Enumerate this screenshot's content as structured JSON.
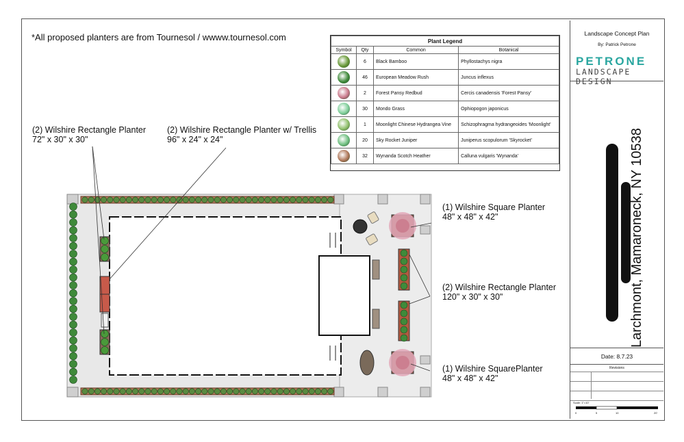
{
  "note": "*All proposed planters are from Tournesol / wwww.tournesol.com",
  "callouts": {
    "rect_72": {
      "line1": "(2) Wilshire Rectangle Planter",
      "line2": "72\" x 30\" x 30\""
    },
    "trellis": {
      "line1": "(2) Wilshire Rectangle Planter w/ Trellis",
      "line2": "96\" x 24\" x 24\""
    },
    "square_top": {
      "line1": "(1) Wilshire Square Planter",
      "line2": "48\" x 48\" x 42\""
    },
    "rect_120": {
      "line1": "(2) Wilshire Rectangle Planter",
      "line2": "120\" x 30\" x 30\""
    },
    "square_bottom": {
      "line1": "(1) Wilshire SquarePlanter",
      "line2": "48\" x 48\" x 42\""
    }
  },
  "legend": {
    "title": "Plant Legend",
    "headers": [
      "Symbol",
      "Qty",
      "Common",
      "Botanical"
    ],
    "rows": [
      {
        "symbol": "black-bamboo-symbol",
        "color": "#6a9a3a",
        "qty": "6",
        "common": "Black Bamboo",
        "botanical": "Phyllostachys nigra"
      },
      {
        "symbol": "meadow-rush-symbol",
        "color": "#3f8a3a",
        "qty": "46",
        "common": "European Meadow Rush",
        "botanical": "Juncus inflexus"
      },
      {
        "symbol": "redbud-symbol",
        "color": "#c9788a",
        "qty": "2",
        "common": "Forest Pansy Redbud",
        "botanical": "Cercis canadensis 'Forest Pansy'"
      },
      {
        "symbol": "mondo-grass-symbol",
        "color": "#7fcf9a",
        "qty": "30",
        "common": "Mondo Grass",
        "botanical": "Ophiopogon japonicus"
      },
      {
        "symbol": "hydrangea-vine-symbol",
        "color": "#8fbf6a",
        "qty": "1",
        "common": "Moonlight Chinese Hydrangea Vine",
        "botanical": "Schizophragma hydrangeoides 'Moonlight'"
      },
      {
        "symbol": "juniper-symbol",
        "color": "#6fbf80",
        "qty": "20",
        "common": "Sky Rocket Juniper",
        "botanical": "Juniperus scopulorum 'Skyrocket'"
      },
      {
        "symbol": "heather-symbol",
        "color": "#b0785a",
        "qty": "32",
        "common": "Wynanda Scotch Heather",
        "botanical": "Calluna vulgaris 'Wynanda'"
      }
    ]
  },
  "titleblock": {
    "plan_title": "Landscape Concept Plan",
    "author": "By: Patrick Petrone",
    "logo_line1": "PETRONE",
    "logo_line2": "LANDSCAPE DESIGN",
    "address": "Larchmont, Mamaroneck, NY 10538",
    "date": "Date: 8.7.23",
    "revisions": "Revisions",
    "scale": "Scale: 1\"=10'",
    "scale_marks": [
      "0",
      "5",
      "10",
      "20'"
    ]
  },
  "colors": {
    "logo_teal": "#2aa6a0",
    "logo_grey": "#444444",
    "paving": "#e6e6e6",
    "hedge": "#3f8a3a",
    "heather": "#b0785a"
  }
}
